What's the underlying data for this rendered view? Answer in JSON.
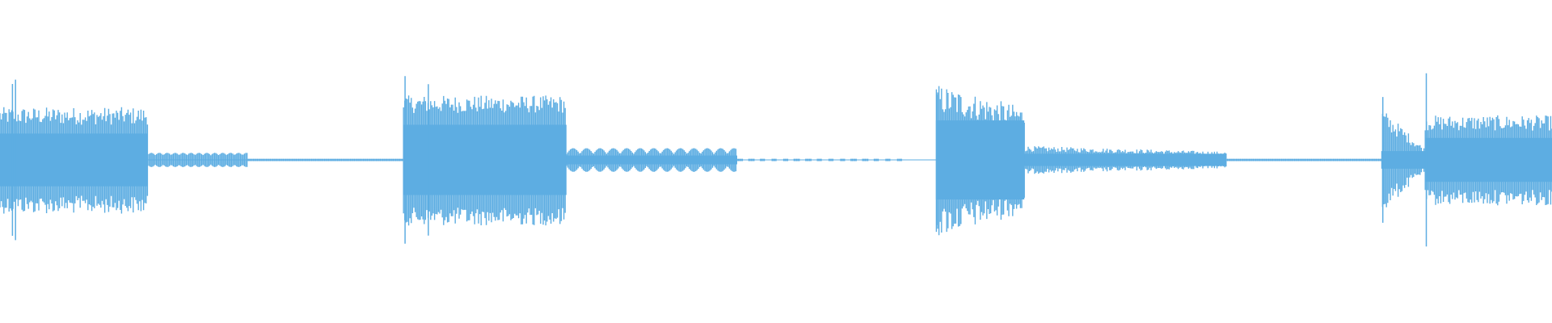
{
  "waveform": {
    "color": "#5dade2",
    "background": "#ffffff",
    "amplitude_scale": 1.0,
    "segments": [
      {
        "start": 0.0,
        "end": 0.095,
        "peak": 0.45,
        "body": 0.3,
        "decay": "hold"
      },
      {
        "start": 0.095,
        "end": 0.16,
        "peak": 0.06,
        "body": 0.04,
        "decay": "ripple"
      },
      {
        "start": 0.16,
        "end": 0.26,
        "peak": 0.01,
        "body": 0.005,
        "decay": "flat"
      },
      {
        "start": 0.26,
        "end": 0.365,
        "peak": 0.55,
        "body": 0.4,
        "decay": "hold"
      },
      {
        "start": 0.365,
        "end": 0.475,
        "peak": 0.1,
        "body": 0.05,
        "decay": "ripple"
      },
      {
        "start": 0.475,
        "end": 0.585,
        "peak": 0.01,
        "body": 0.005,
        "decay": "dashed"
      },
      {
        "start": 0.603,
        "end": 0.66,
        "peak": 0.65,
        "body": 0.45,
        "decay": "tail"
      },
      {
        "start": 0.66,
        "end": 0.79,
        "peak": 0.12,
        "body": 0.07,
        "decay": "tail"
      },
      {
        "start": 0.79,
        "end": 0.89,
        "peak": 0.01,
        "body": 0.005,
        "decay": "flat"
      },
      {
        "start": 0.89,
        "end": 0.918,
        "peak": 0.45,
        "body": 0.1,
        "decay": "tail"
      },
      {
        "start": 0.918,
        "end": 1.0,
        "peak": 0.38,
        "body": 0.25,
        "decay": "hold"
      }
    ],
    "spikes": [
      0.008,
      0.01,
      0.261,
      0.276,
      0.604,
      0.891,
      0.919
    ]
  }
}
